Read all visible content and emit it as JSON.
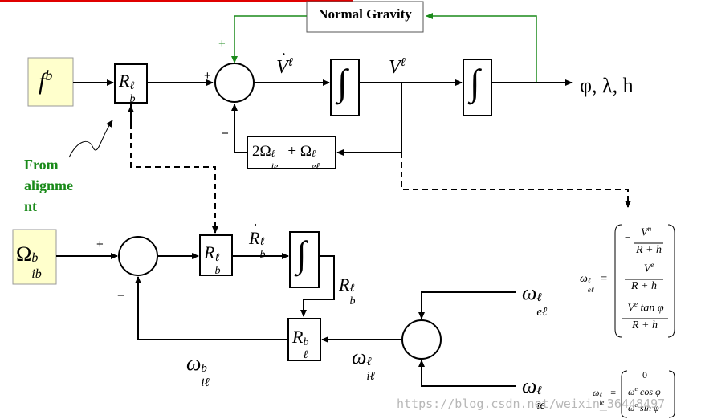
{
  "blocks": {
    "normal_gravity": "Normal Gravity",
    "f_b": "f",
    "f_b_sup": "b",
    "omega_ib": "Ω",
    "omega_ib_sup": "b",
    "omega_ib_sub": "ib",
    "R_b_l_1": "R",
    "R_b_l_1_sup": "ℓ",
    "R_b_l_1_sub": "b",
    "R_b_l_2": "R",
    "R_b_l_2_sup": "ℓ",
    "R_b_l_2_sub": "b",
    "R_l_b": "R",
    "R_l_b_sup": "b",
    "R_l_b_sub": "ℓ",
    "integral_symbol": "∫",
    "coriolis": "2Ω",
    "coriolis_sup1": "ℓ",
    "coriolis_sub1": "ie",
    "coriolis_plus": " + Ω",
    "coriolis_sup2": "ℓ",
    "coriolis_sub2": "eℓ"
  },
  "labels": {
    "v_dot": "V",
    "v_dot_sup": "ℓ",
    "v": "V",
    "v_sup": "ℓ",
    "output": "φ, λ, h",
    "from_alignment": "From alignme nt",
    "Rb_dot": "R",
    "Rb_dot_sup": "ℓ",
    "Rb_dot_sub": "b",
    "Rb": "R",
    "Rb_sup": "ℓ",
    "Rb_sub": "b",
    "omega_il_b": "ω",
    "omega_il_b_sup": "b",
    "omega_il_b_sub": "iℓ",
    "omega_il_l": "ω",
    "omega_il_l_sup": "ℓ",
    "omega_il_l_sub": "iℓ",
    "omega_el": "ω",
    "omega_el_sup": "ℓ",
    "omega_el_sub": "eℓ",
    "omega_ie": "ω",
    "omega_ie_sup": "ℓ",
    "omega_ie_sub": "ie"
  },
  "signs": {
    "plus_gravity": "+",
    "plus_sum1": "+",
    "minus_sum1": "−",
    "plus_sum2": "+",
    "minus_sum2": "−"
  },
  "matrices": {
    "omega_el_lhs": "ω",
    "omega_el_lhs_sup": "ℓ",
    "omega_el_lhs_sub": "eℓ",
    "row1_sign": "−",
    "row1_num": "V",
    "row1_num_sup": "n",
    "row1_den": "R + h",
    "row2_num": "V",
    "row2_num_sup": "e",
    "row2_den": "R + h",
    "row3_num": "V",
    "row3_num_sup": "e",
    "row3_num_tail": " tan φ",
    "row3_den": "R + h",
    "omega_ie_lhs": "ω",
    "omega_ie_lhs_sup": "ℓ",
    "omega_ie_lhs_sub": "ie",
    "ie_row1": "0",
    "ie_row2": "ω",
    "ie_row2_sup": "e",
    "ie_row2_tail": " cos φ",
    "ie_row3": "ω",
    "ie_row3_sup": "e",
    "ie_row3_tail": " sin φ"
  },
  "watermark": "https://blog.csdn.net/weixin_36448497",
  "colors": {
    "block_fill": "#ffffcc",
    "green": "#1a8a1a",
    "red_bar": "#e00000",
    "line": "#000000"
  }
}
